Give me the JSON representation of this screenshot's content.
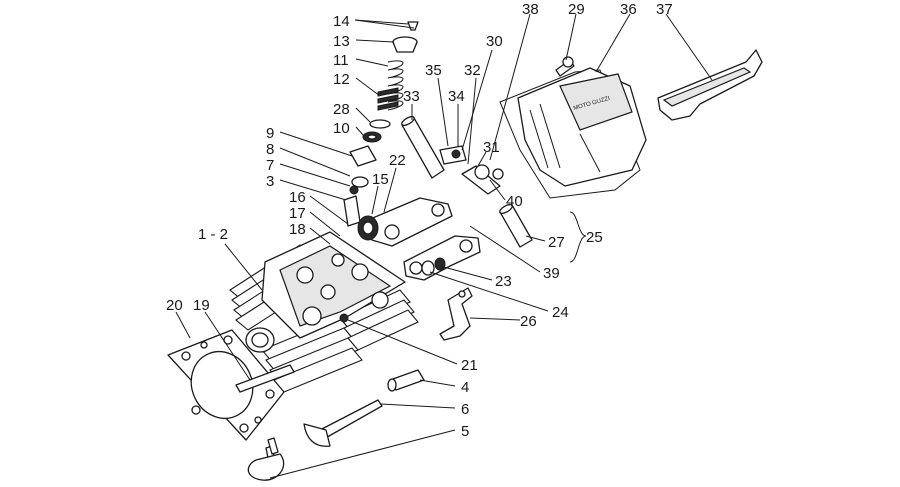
{
  "callouts": [
    {
      "id": "c14",
      "text": "14"
    },
    {
      "id": "c13",
      "text": "13"
    },
    {
      "id": "c11",
      "text": "11"
    },
    {
      "id": "c12",
      "text": "12"
    },
    {
      "id": "c28",
      "text": "28"
    },
    {
      "id": "c10",
      "text": "10"
    },
    {
      "id": "c9",
      "text": "9"
    },
    {
      "id": "c8",
      "text": "8"
    },
    {
      "id": "c7",
      "text": "7"
    },
    {
      "id": "c3",
      "text": "3"
    },
    {
      "id": "c16",
      "text": "16"
    },
    {
      "id": "c17",
      "text": "17"
    },
    {
      "id": "c18",
      "text": "18"
    },
    {
      "id": "c1-2",
      "text": "1 - 2"
    },
    {
      "id": "c20",
      "text": "20"
    },
    {
      "id": "c19",
      "text": "19"
    },
    {
      "id": "c33",
      "text": "33"
    },
    {
      "id": "c22",
      "text": "22"
    },
    {
      "id": "c15",
      "text": "15"
    },
    {
      "id": "c35",
      "text": "35"
    },
    {
      "id": "c34",
      "text": "34"
    },
    {
      "id": "c32",
      "text": "32"
    },
    {
      "id": "c30",
      "text": "30"
    },
    {
      "id": "c38",
      "text": "38"
    },
    {
      "id": "c29",
      "text": "29"
    },
    {
      "id": "c36",
      "text": "36"
    },
    {
      "id": "c37",
      "text": "37"
    },
    {
      "id": "c31",
      "text": "31"
    },
    {
      "id": "c40",
      "text": "40"
    },
    {
      "id": "c27",
      "text": "27"
    },
    {
      "id": "c25",
      "text": "25"
    },
    {
      "id": "c39",
      "text": "39"
    },
    {
      "id": "c23",
      "text": "23"
    },
    {
      "id": "c24",
      "text": "24"
    },
    {
      "id": "c26",
      "text": "26"
    },
    {
      "id": "c21",
      "text": "21"
    },
    {
      "id": "c4",
      "text": "4"
    },
    {
      "id": "c6",
      "text": "6"
    },
    {
      "id": "c5",
      "text": "5"
    }
  ],
  "cover_brand": "MOTO GUZZI"
}
